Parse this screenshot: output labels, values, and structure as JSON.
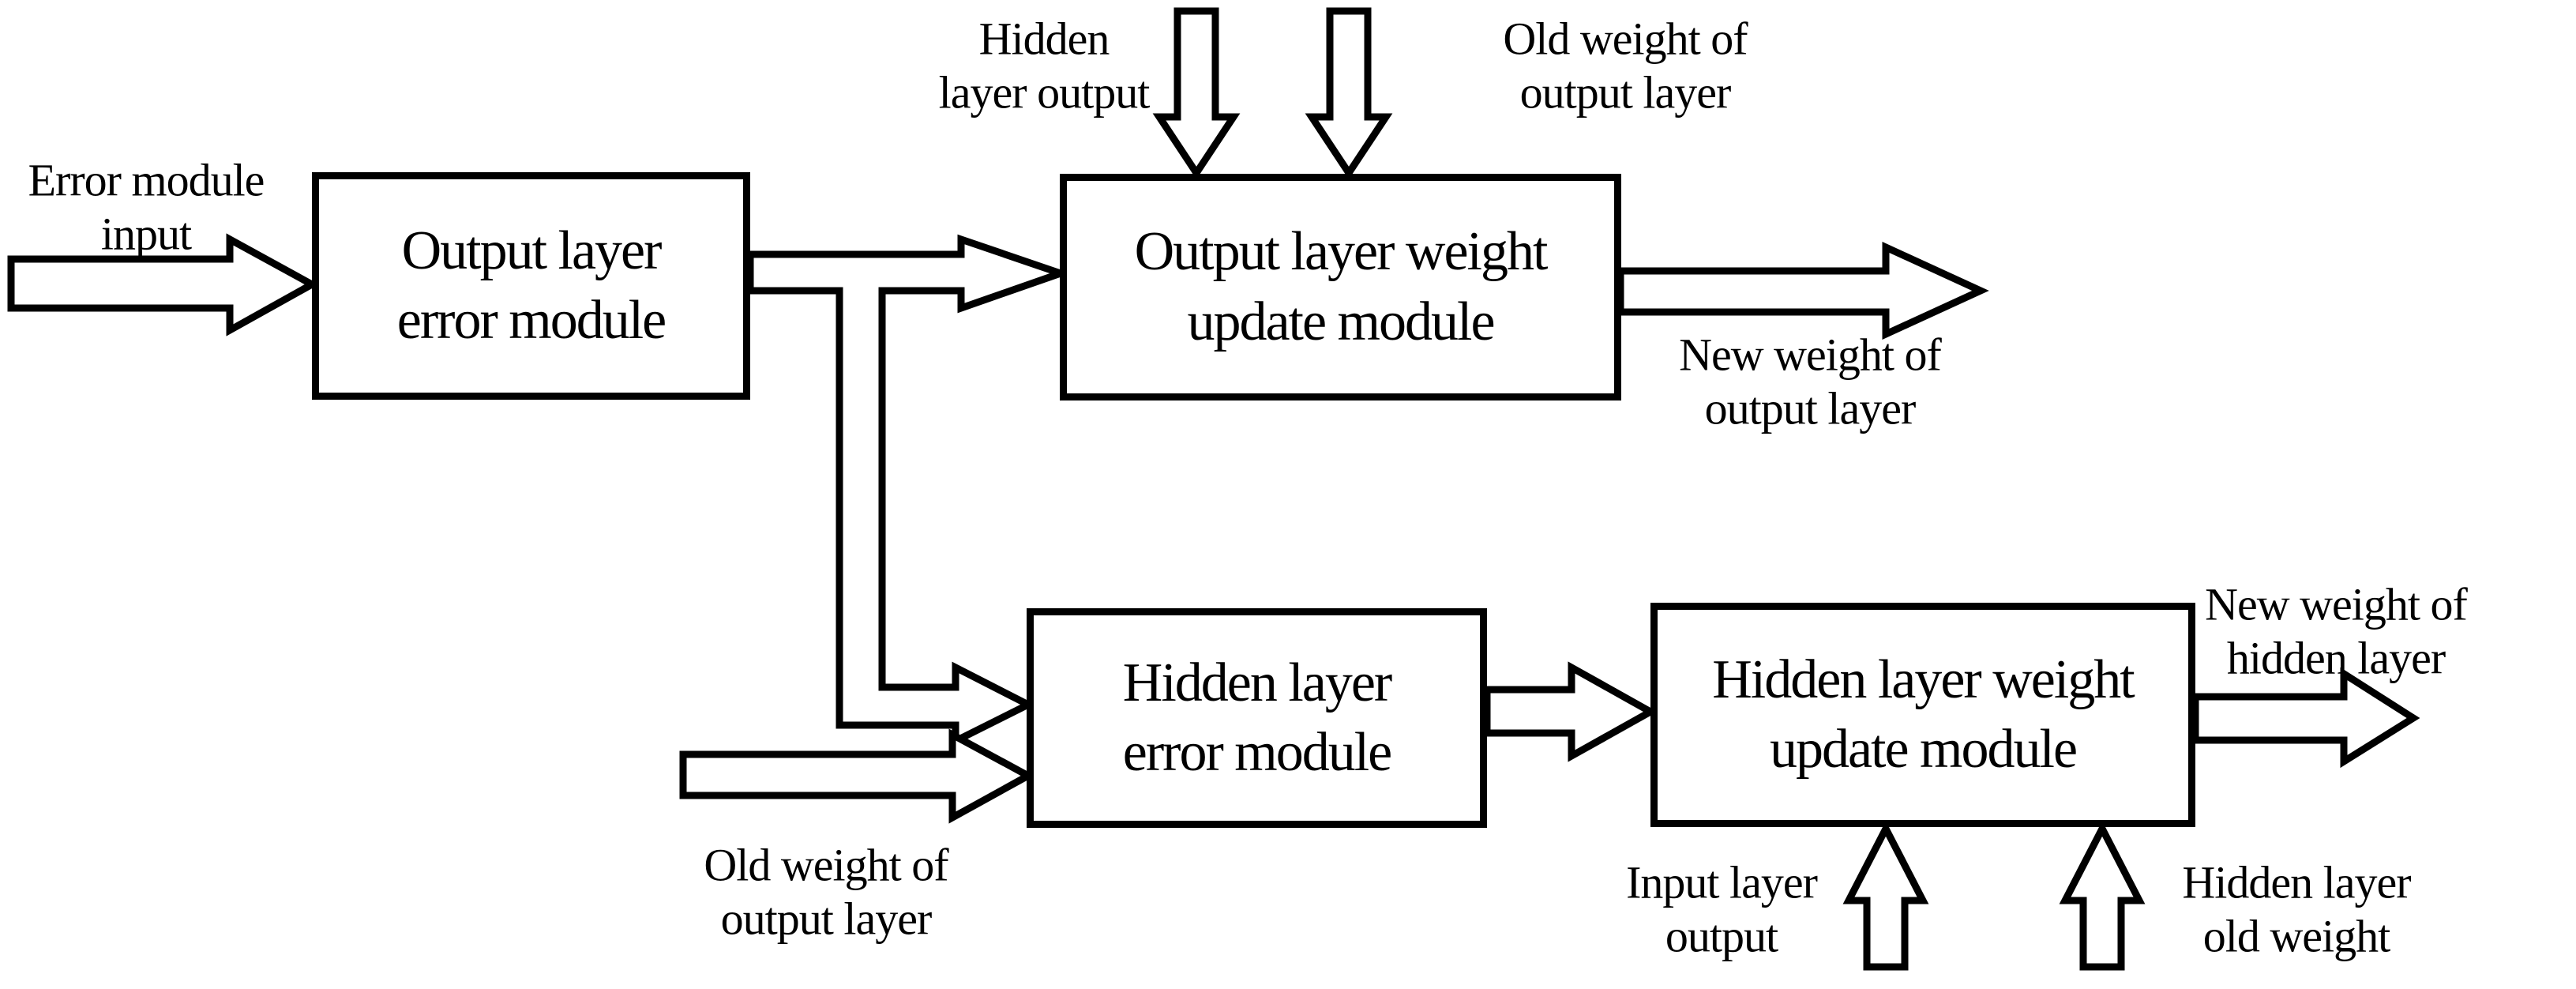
{
  "diagram": {
    "title": "Error back-propagation weight update module diagram",
    "colors": {
      "stroke": "#000000",
      "background": "#ffffff"
    },
    "boxes": [
      {
        "id": "output-layer-error-module",
        "lines": [
          "Output layer",
          "error module"
        ]
      },
      {
        "id": "output-layer-weight-update-module",
        "lines": [
          "Output layer weight",
          "update module"
        ]
      },
      {
        "id": "hidden-layer-error-module",
        "lines": [
          "Hidden layer",
          "error module"
        ]
      },
      {
        "id": "hidden-layer-weight-update-module",
        "lines": [
          "Hidden layer weight",
          "update module"
        ]
      }
    ],
    "labels": [
      {
        "id": "error-module-input",
        "lines": [
          "Error module",
          "input"
        ]
      },
      {
        "id": "hidden-layer-output",
        "lines": [
          "Hidden",
          "layer output"
        ]
      },
      {
        "id": "old-weight-of-output-layer-top",
        "lines": [
          "Old weight of",
          "output layer"
        ]
      },
      {
        "id": "new-weight-of-output-layer",
        "lines": [
          "New weight of",
          "output layer"
        ]
      },
      {
        "id": "old-weight-of-output-layer-bottom",
        "lines": [
          "Old weight of",
          "output layer"
        ]
      },
      {
        "id": "new-weight-of-hidden-layer",
        "lines": [
          "New weight of",
          "hidden layer"
        ]
      },
      {
        "id": "input-layer-output",
        "lines": [
          "Input layer",
          "output"
        ]
      },
      {
        "id": "hidden-layer-old-weight",
        "lines": [
          "Hidden layer",
          "old weight"
        ]
      }
    ]
  }
}
